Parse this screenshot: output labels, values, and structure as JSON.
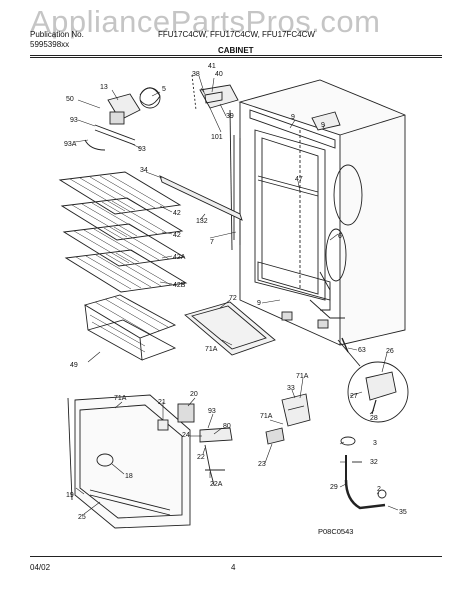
{
  "watermark": "AppliancePartsPros.com",
  "header": {
    "publication_label": "Publication No.",
    "publication_number": "5995398xx",
    "models": "FFU17C4CW, FFU17C4CW, FFU17FC4CW",
    "section": "CABINET"
  },
  "footer": {
    "date": "04/02",
    "page": "4"
  },
  "figure_code": "P08C0543",
  "callouts": [
    {
      "id": "c50",
      "text": "50"
    },
    {
      "id": "c13",
      "text": "13"
    },
    {
      "id": "c5",
      "text": "5"
    },
    {
      "id": "c93a",
      "text": "93"
    },
    {
      "id": "c93b",
      "text": "93A"
    },
    {
      "id": "c93c",
      "text": "93"
    },
    {
      "id": "c41",
      "text": "41"
    },
    {
      "id": "c38",
      "text": "38"
    },
    {
      "id": "c40",
      "text": "40"
    },
    {
      "id": "c39",
      "text": "39"
    },
    {
      "id": "c101",
      "text": "101"
    },
    {
      "id": "c9a",
      "text": "9"
    },
    {
      "id": "c9b",
      "text": "9"
    },
    {
      "id": "c47",
      "text": "47"
    },
    {
      "id": "c34",
      "text": "34"
    },
    {
      "id": "c42a",
      "text": "42"
    },
    {
      "id": "c132",
      "text": "132"
    },
    {
      "id": "c42b",
      "text": "42"
    },
    {
      "id": "c7",
      "text": "7"
    },
    {
      "id": "c6",
      "text": "6"
    },
    {
      "id": "c42c",
      "text": "42A"
    },
    {
      "id": "c42d",
      "text": "42B"
    },
    {
      "id": "c72",
      "text": "72"
    },
    {
      "id": "c9c",
      "text": "9"
    },
    {
      "id": "c71aa",
      "text": "71A"
    },
    {
      "id": "c49",
      "text": "49"
    },
    {
      "id": "c63",
      "text": "63"
    },
    {
      "id": "c26",
      "text": "26"
    },
    {
      "id": "c33",
      "text": "33"
    },
    {
      "id": "c71ab",
      "text": "71A"
    },
    {
      "id": "c20",
      "text": "20"
    },
    {
      "id": "c71ac",
      "text": "71A"
    },
    {
      "id": "c21",
      "text": "21"
    },
    {
      "id": "c93d",
      "text": "93"
    },
    {
      "id": "c27",
      "text": "27"
    },
    {
      "id": "c71ad",
      "text": "71A"
    },
    {
      "id": "c28",
      "text": "28"
    },
    {
      "id": "c80",
      "text": "80"
    },
    {
      "id": "c24",
      "text": "24"
    },
    {
      "id": "c23",
      "text": "23"
    },
    {
      "id": "c3",
      "text": "3"
    },
    {
      "id": "c22",
      "text": "22"
    },
    {
      "id": "c32",
      "text": "32"
    },
    {
      "id": "c18",
      "text": "18"
    },
    {
      "id": "c22a",
      "text": "22A"
    },
    {
      "id": "c29",
      "text": "29"
    },
    {
      "id": "c19",
      "text": "19"
    },
    {
      "id": "c25",
      "text": "25"
    },
    {
      "id": "c2",
      "text": "2"
    },
    {
      "id": "c35",
      "text": "35"
    }
  ]
}
